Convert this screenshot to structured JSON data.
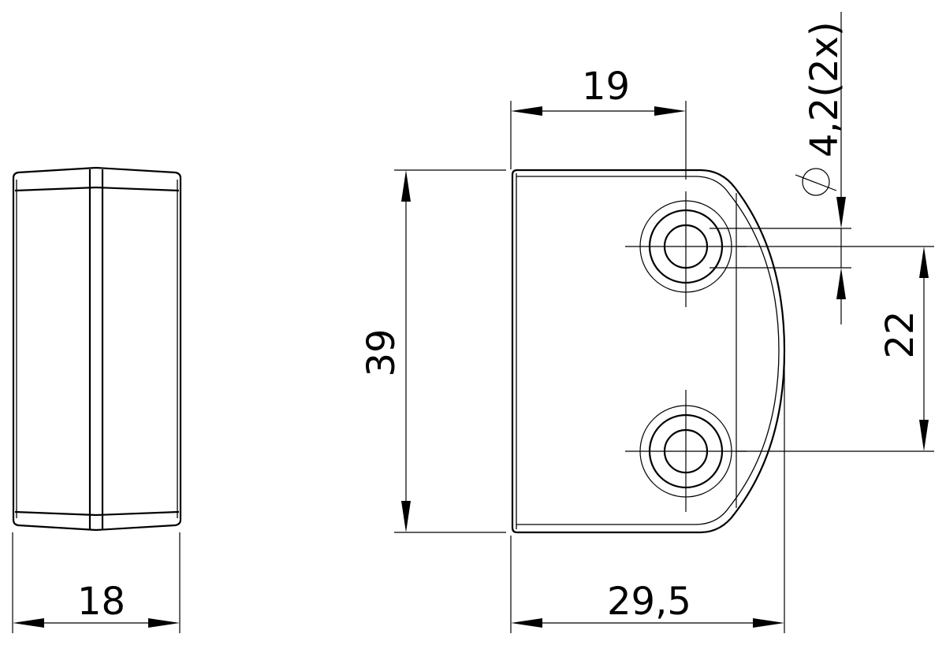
{
  "drawing": {
    "views": [
      {
        "name": "side-view",
        "width_dimension": "18"
      },
      {
        "name": "front-view",
        "height_dimension": "39",
        "width_dimension": "29,5",
        "hole_offset_dimension": "19",
        "hole_spacing_dimension": "22"
      }
    ],
    "dimensions": {
      "side_width": "18",
      "front_height": "39",
      "front_width": "29,5",
      "hole_offset": "19",
      "hole_spacing": "22",
      "hole_diameter": "⌀ 4,2(2x)",
      "hole_diameter_value": "4,2",
      "hole_count_label": "(2x)"
    },
    "colors": {
      "line": "#000000",
      "background": "#ffffff"
    }
  }
}
